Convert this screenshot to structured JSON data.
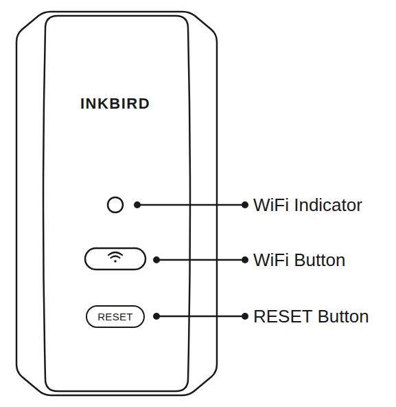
{
  "diagram": {
    "nodes": [
      {
        "text": [
          "INKBIRD"
        ]
      },
      {
        "text": [
          "RESET"
        ],
        "in": 0
      }
    ],
    "labels": [
      "WiFi Indicator",
      "WiFi Button",
      "RESET Button"
    ]
  }
}
